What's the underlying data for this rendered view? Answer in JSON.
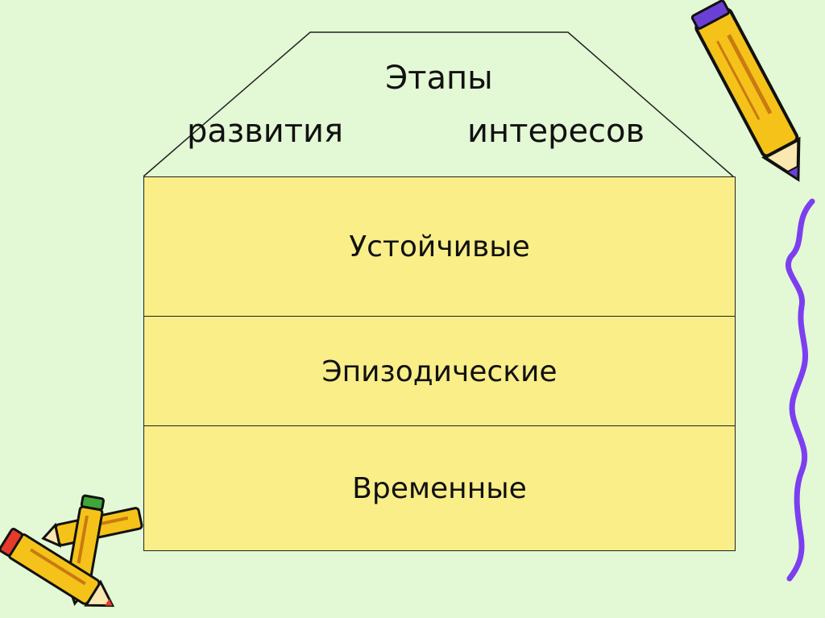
{
  "diagram": {
    "title": {
      "line1": "Этапы",
      "line2_left": "развития",
      "line2_right": "интересов"
    },
    "levels": [
      {
        "label": "Устойчивые"
      },
      {
        "label": "Эпизодические"
      },
      {
        "label": "Временные"
      }
    ]
  },
  "colors": {
    "background": "#e3f8d4",
    "floor_fill": "#f9ee88",
    "wavy_line": "#7c3ff0",
    "pencil_body": "#f5c21a"
  },
  "icons": [
    "pencil-icon",
    "wavy-line-decoration"
  ]
}
